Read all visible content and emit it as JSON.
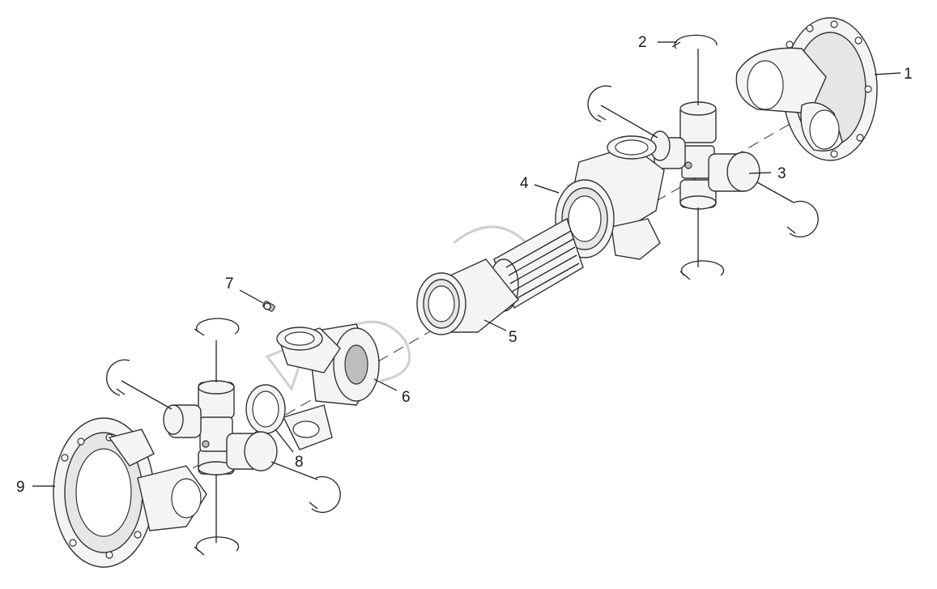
{
  "callouts": [
    {
      "id": "1",
      "label": "1"
    },
    {
      "id": "2",
      "label": "2"
    },
    {
      "id": "3",
      "label": "3"
    },
    {
      "id": "4",
      "label": "4"
    },
    {
      "id": "5",
      "label": "5"
    },
    {
      "id": "6",
      "label": "6"
    },
    {
      "id": "7",
      "label": "7"
    },
    {
      "id": "8",
      "label": "8"
    },
    {
      "id": "9",
      "label": "9"
    }
  ],
  "colors": {
    "line": "#333333",
    "fill": "#f4f4f4",
    "background": "#ffffff"
  }
}
